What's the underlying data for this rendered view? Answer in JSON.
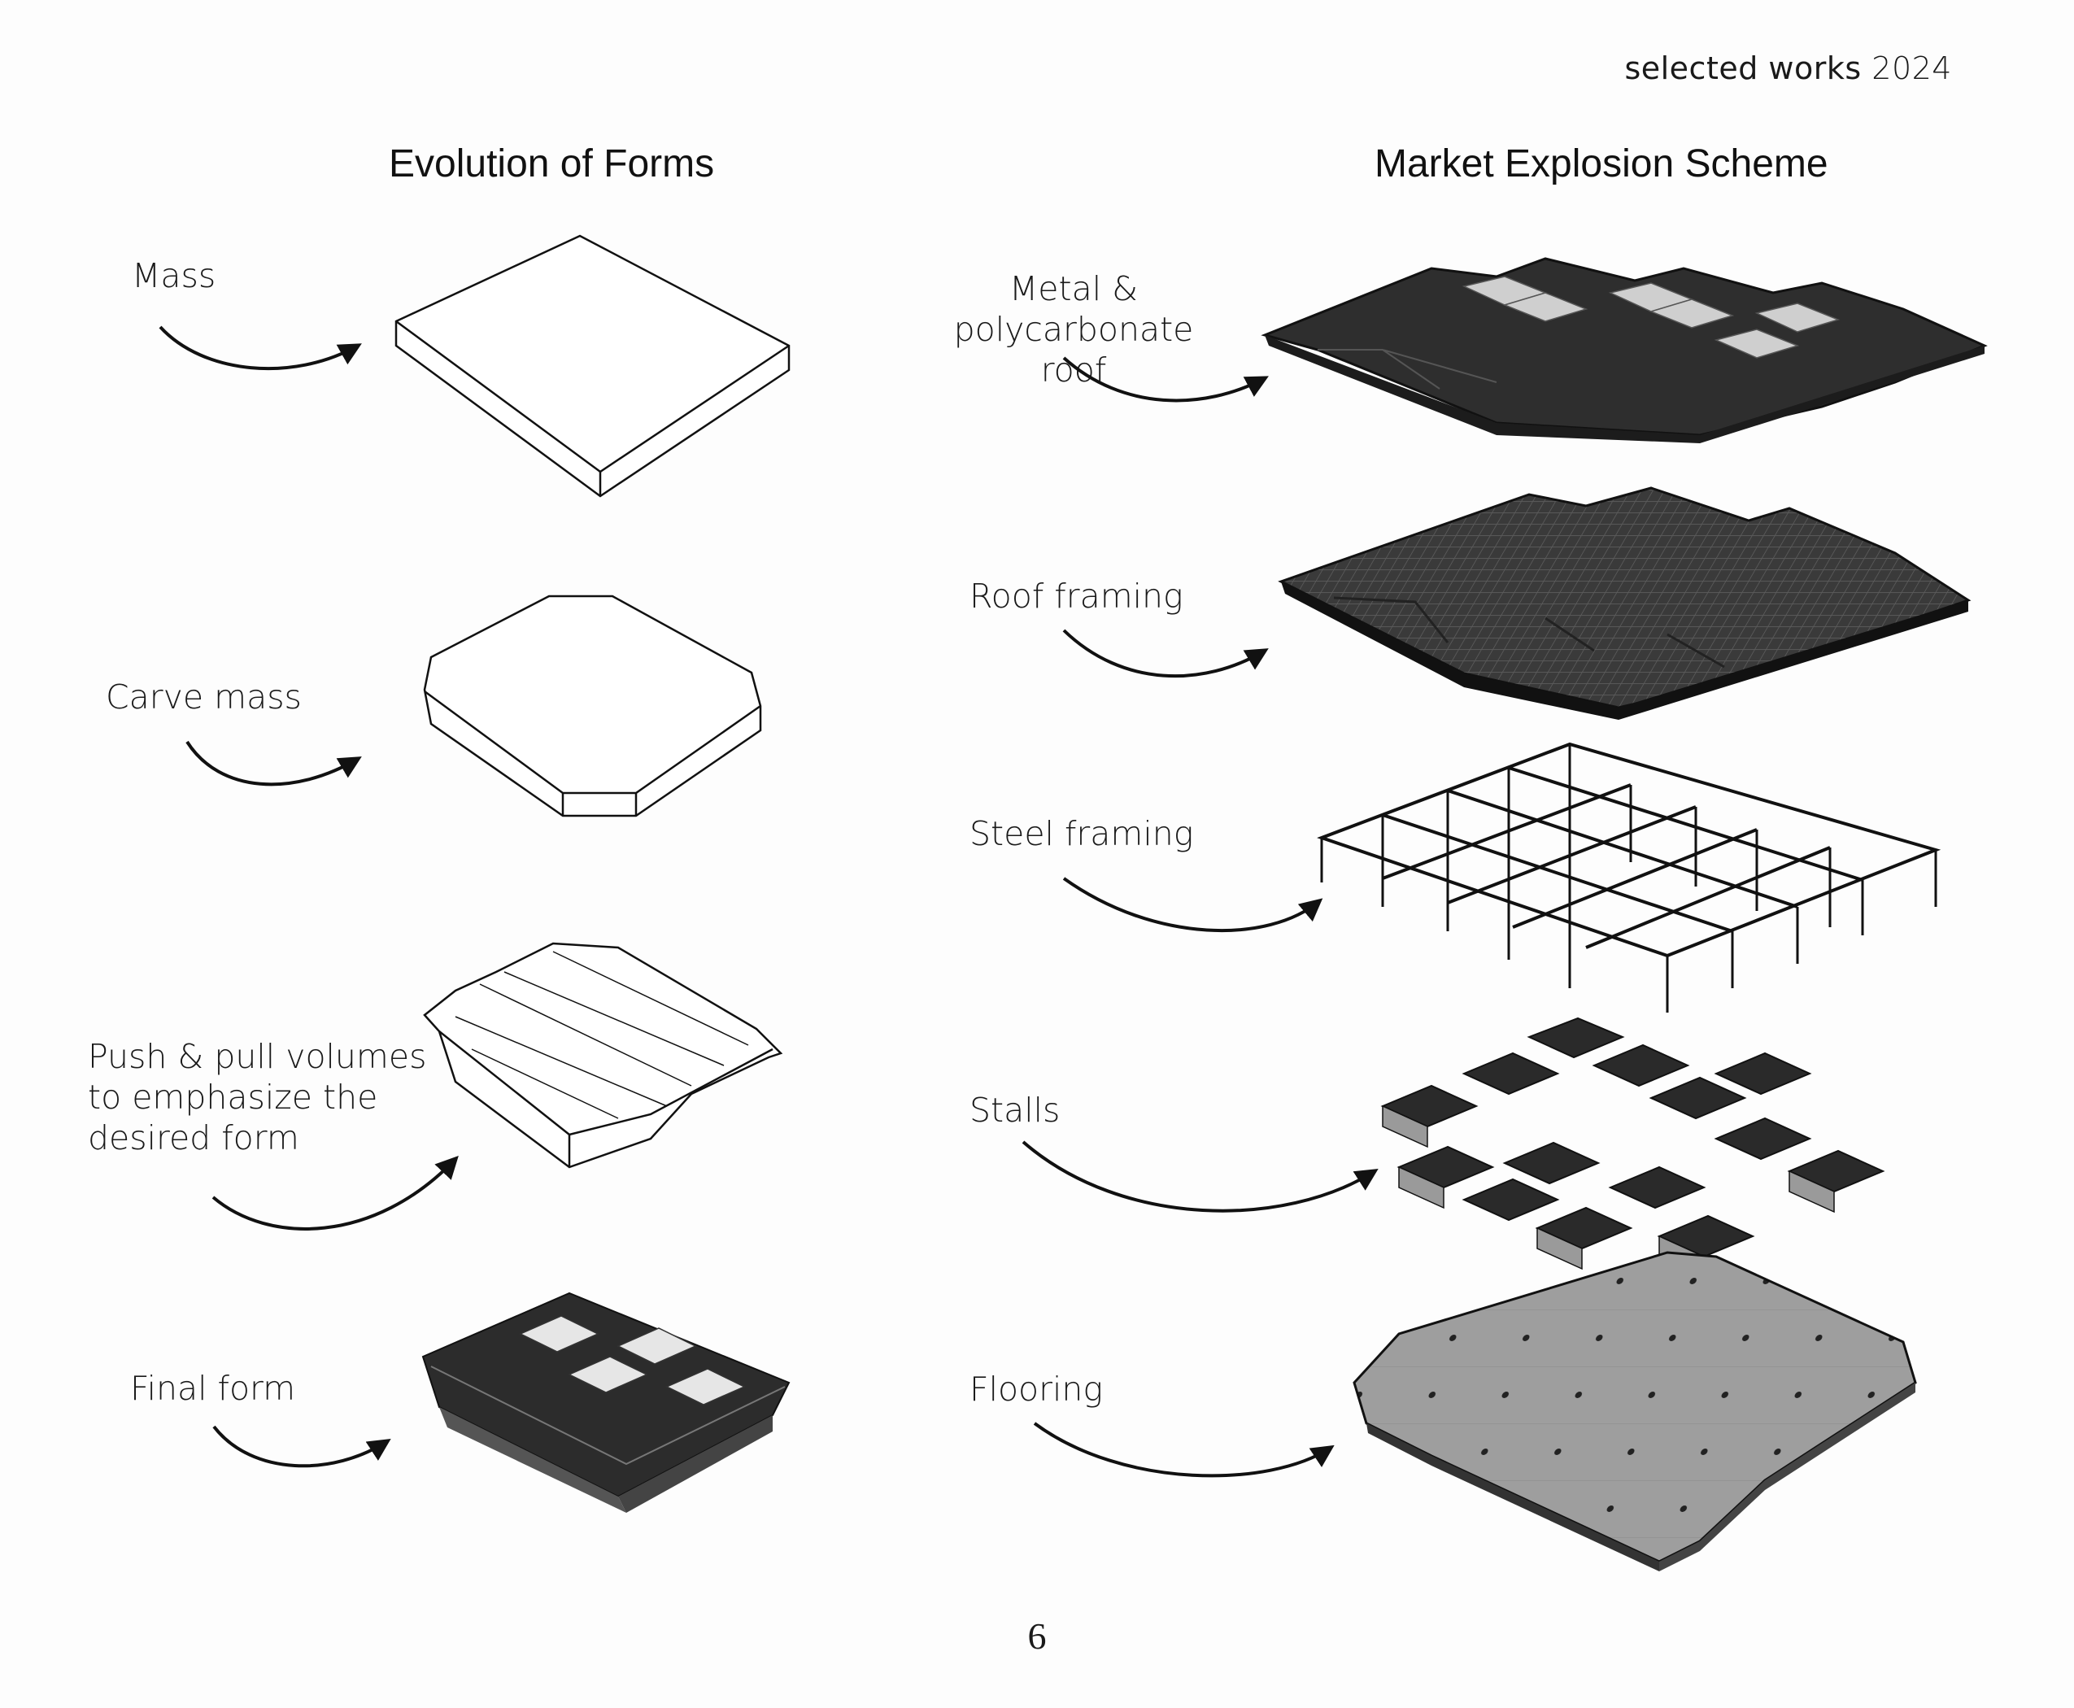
{
  "header": {
    "brand": "selected works",
    "year": "2024"
  },
  "left_column": {
    "title": "Evolution of Forms",
    "steps": [
      {
        "label": "Mass"
      },
      {
        "label": "Carve mass"
      },
      {
        "label": "Push & pull volumes\nto emphasize the\ndesired form"
      },
      {
        "label": "Final form"
      }
    ]
  },
  "right_column": {
    "title": "Market Explosion Scheme",
    "layers": [
      {
        "label": "Metal & polycarbonate\nroof"
      },
      {
        "label": "Roof framing"
      },
      {
        "label": "Steel framing"
      },
      {
        "label": "Stalls"
      },
      {
        "label": "Flooring"
      }
    ]
  },
  "page_number": "6",
  "colors": {
    "ink": "#1a1a1a",
    "dark_roof": "#2e2e2e",
    "glass": "#cfcfcf",
    "floor": "#9a9a9a"
  }
}
